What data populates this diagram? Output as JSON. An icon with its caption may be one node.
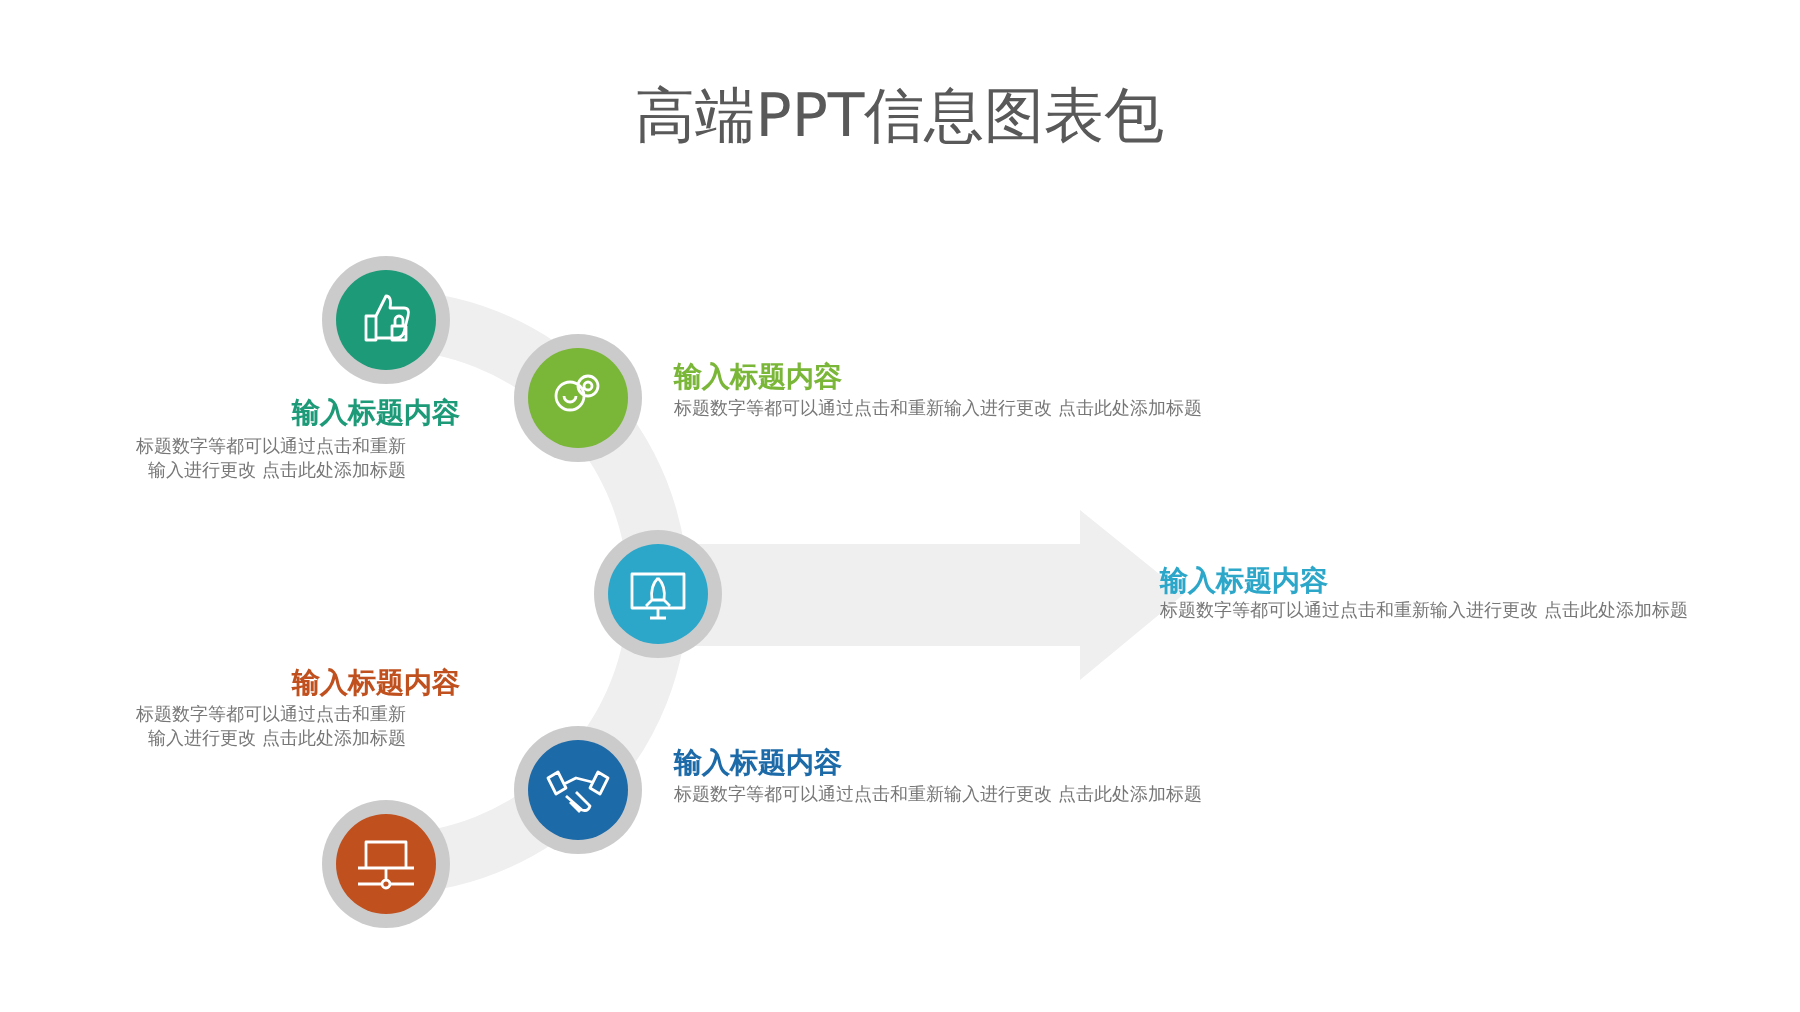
{
  "diagram": {
    "title": "高端PPT信息图表包",
    "labels": [
      "输入标题内容",
      "标题数字等都可以通过点击和重新输入进行更改 点击此处添加标题",
      "输入标题内容",
      "标题数字等都可以通过点击和重新输入进行更改 点击此处添加标题",
      "输入标题内容",
      "标题数字等都可以通过点击和重新输入进行更改 点击此处添加标题",
      "输入标题内容",
      "标题数字等都可以通过点击和重新输入进行更改 点击此处添加标题",
      "输入标题内容",
      "标题数字等都可以通过点击和重新输入进行更改 点击此处添加标题"
    ]
  }
}
